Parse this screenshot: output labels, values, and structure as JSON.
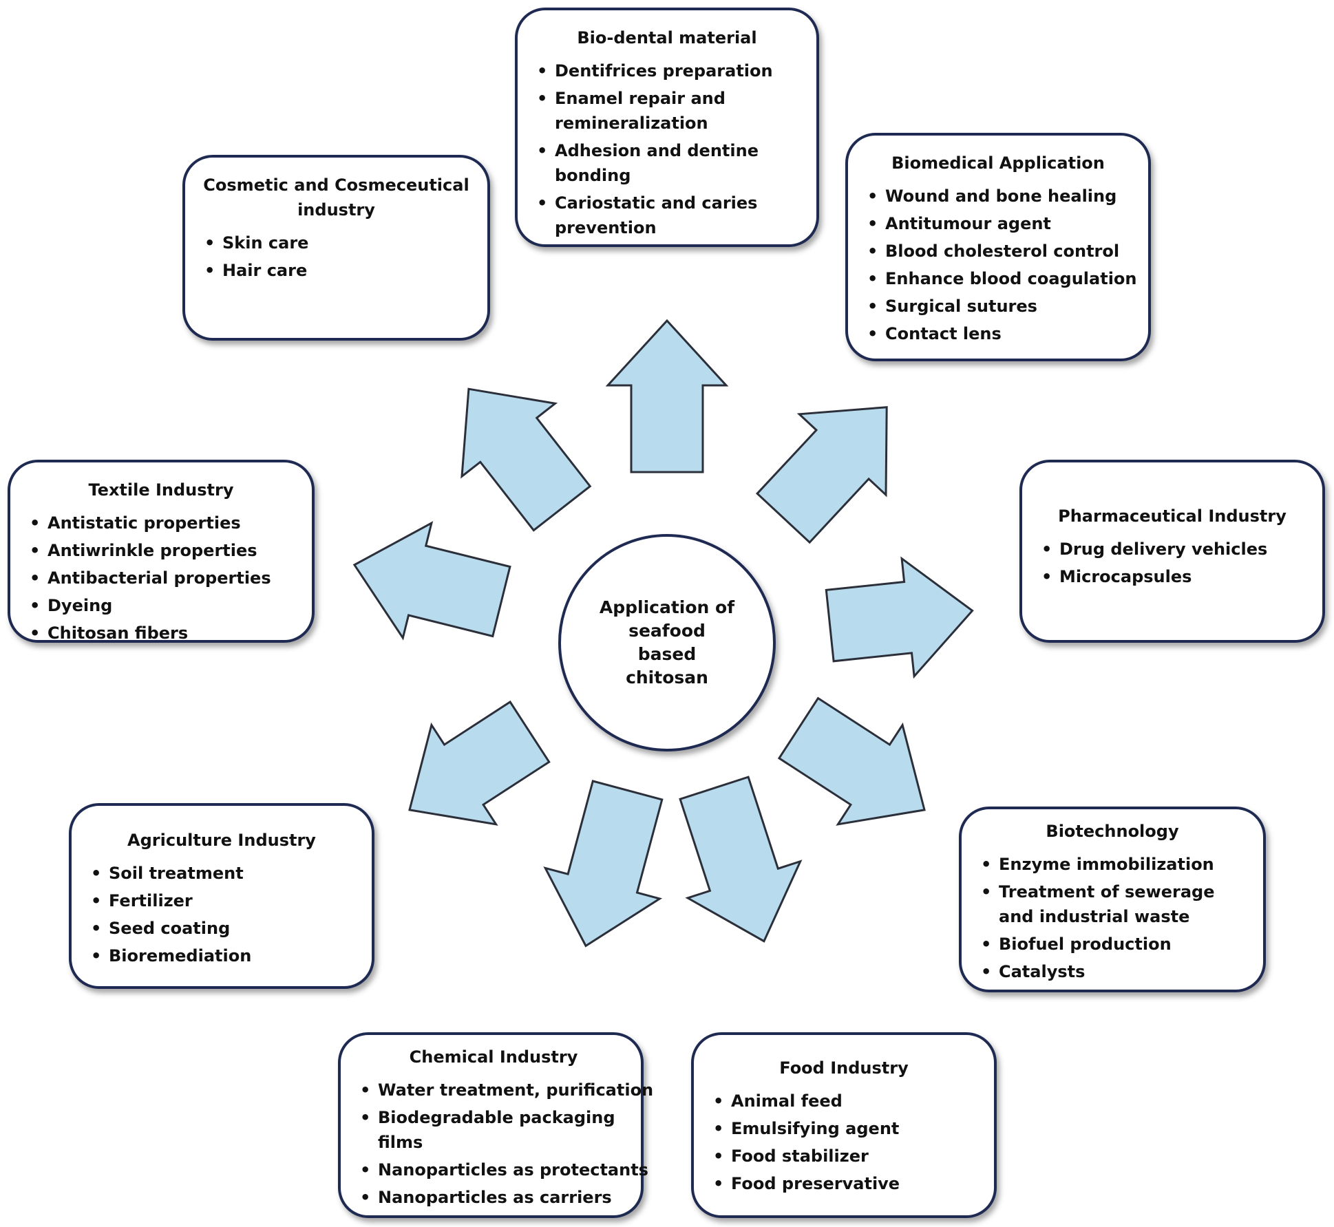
{
  "center": {
    "label": "Application of seafood based chitosan"
  },
  "colors": {
    "arrow_fill": "#b8dced",
    "box_border": "#1f2a52",
    "text": "#111111"
  },
  "boxes": [
    {
      "id": "bio-dental",
      "title": "Bio-dental material",
      "items": [
        "Dentifrices preparation",
        "Enamel repair and remineralization",
        "Adhesion and dentine bonding",
        "Cariostatic and caries prevention"
      ]
    },
    {
      "id": "cosmetic",
      "title": "Cosmetic and Cosmeceutical industry",
      "items": [
        "Skin care",
        "Hair care"
      ]
    },
    {
      "id": "biomedical",
      "title": "Biomedical Application",
      "items": [
        "Wound and bone healing",
        "Antitumour agent",
        "Blood cholesterol control",
        "Enhance blood coagulation",
        "Surgical sutures",
        "Contact lens"
      ]
    },
    {
      "id": "textile",
      "title": "Textile Industry",
      "items": [
        "Antistatic properties",
        "Antiwrinkle properties",
        "Antibacterial properties",
        "Dyeing",
        "Chitosan fibers"
      ]
    },
    {
      "id": "pharmaceutical",
      "title": "Pharmaceutical Industry",
      "items": [
        "Drug delivery vehicles",
        "Microcapsules"
      ]
    },
    {
      "id": "agriculture",
      "title": "Agriculture Industry",
      "items": [
        "Soil treatment",
        "Fertilizer",
        "Seed coating",
        "Bioremediation"
      ]
    },
    {
      "id": "biotechnology",
      "title": "Biotechnology",
      "items": [
        "Enzyme immobilization",
        "Treatment of sewerage and industrial waste",
        "Biofuel production",
        "Catalysts"
      ]
    },
    {
      "id": "chemical",
      "title": "Chemical Industry",
      "items": [
        "Water treatment, purification",
        "Biodegradable packaging films",
        "Nanoparticles as protectants",
        "Nanoparticles as carriers"
      ]
    },
    {
      "id": "food",
      "title": "Food Industry",
      "items": [
        "Animal feed",
        "Emulsifying agent",
        "Food stabilizer",
        "Food preservative"
      ]
    }
  ]
}
